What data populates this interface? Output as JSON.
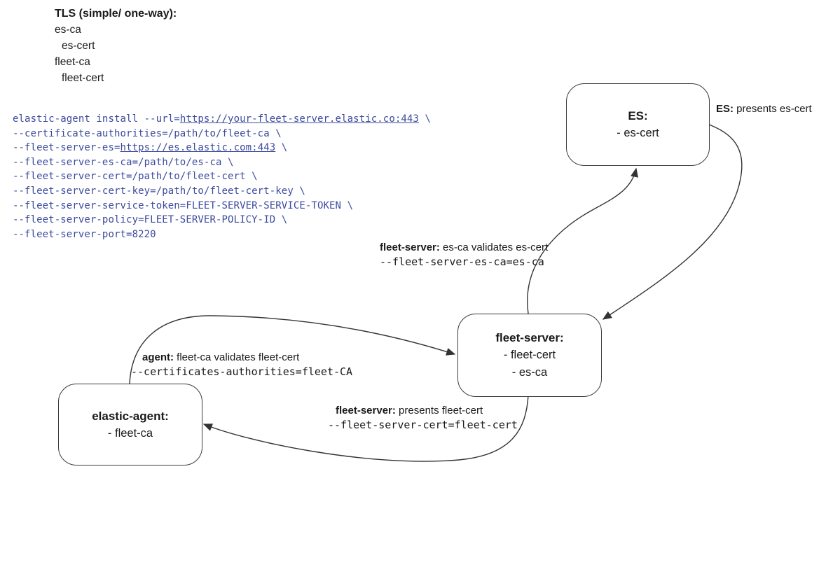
{
  "tls": {
    "title": "TLS (simple/ one-way):",
    "items": [
      "es-ca",
      "es-cert",
      "fleet-ca",
      "fleet-cert"
    ]
  },
  "command": {
    "lines": [
      [
        {
          "t": "elastic-agent install --url="
        },
        {
          "t": "https://your-fleet-server.elastic.co:443",
          "u": true
        },
        {
          "t": " \\"
        }
      ],
      [
        {
          "t": "--certificate-authorities=/path/to/fleet-ca \\"
        }
      ],
      [
        {
          "t": "--fleet-server-es="
        },
        {
          "t": "https://es.elastic.com:443",
          "u": true
        },
        {
          "t": " \\"
        }
      ],
      [
        {
          "t": "--fleet-server-es-ca=/path/to/es-ca \\"
        }
      ],
      [
        {
          "t": "--fleet-server-cert=/path/to/fleet-cert \\"
        }
      ],
      [
        {
          "t": "--fleet-server-cert-key=/path/to/fleet-cert-key \\"
        }
      ],
      [
        {
          "t": "--fleet-server-service-token=FLEET-SERVER-SERVICE-TOKEN \\"
        }
      ],
      [
        {
          "t": "--fleet-server-policy=FLEET-SERVER-POLICY-ID \\"
        }
      ],
      [
        {
          "t": "--fleet-server-port=8220"
        }
      ]
    ]
  },
  "nodes": {
    "es": {
      "title": "ES:",
      "lines": [
        "- es-cert"
      ]
    },
    "fleet_server": {
      "title": "fleet-server:",
      "lines": [
        "- fleet-cert",
        "- es-ca"
      ]
    },
    "elastic_agent": {
      "title": "elastic-agent:",
      "lines": [
        "- fleet-ca"
      ]
    }
  },
  "annotations": {
    "es_presents": {
      "bold": "ES:",
      "rest": " presents es-cert"
    },
    "fs_validates": {
      "bold": "fleet-server:",
      "rest": " es-ca validates es-cert",
      "code": "--fleet-server-es-ca=es-ca"
    },
    "agent_validates": {
      "bold": "agent:",
      "rest": " fleet-ca validates fleet-cert",
      "code": "--certificates-authorities=fleet-CA"
    },
    "fs_presents": {
      "bold": "fleet-server:",
      "rest": " presents fleet-cert",
      "code": "--fleet-server-cert=fleet-cert"
    }
  },
  "colors": {
    "line": "#333333",
    "text": "#1a1a1a",
    "command": "#3c4a9e"
  }
}
